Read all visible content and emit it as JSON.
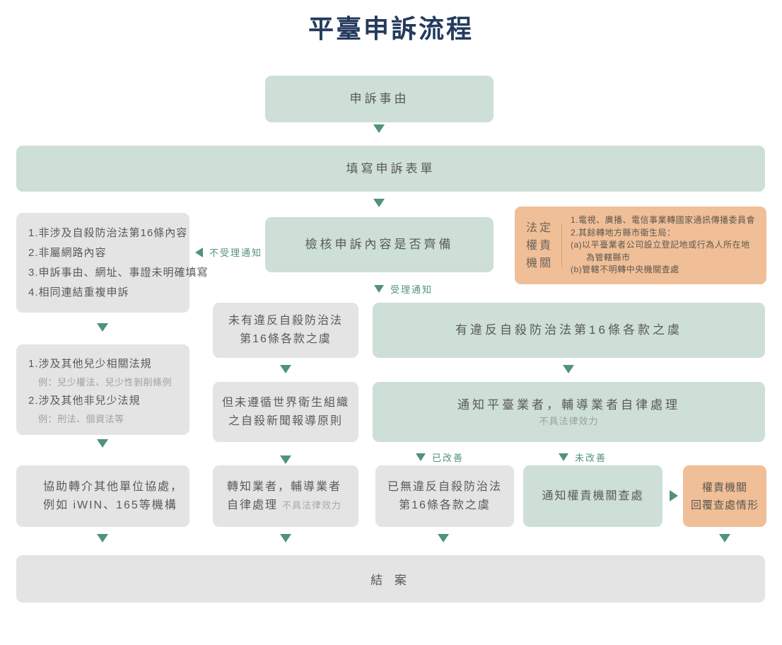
{
  "title": "平臺申訴流程",
  "nodes": {
    "start": {
      "label": "申訴事由"
    },
    "form": {
      "label": "填寫申訴表單"
    },
    "check": {
      "label": "檢核申訴內容是否齊備"
    },
    "reject_reasons": {
      "lines": [
        "1.非涉及自殺防治法第16條內容",
        "2.非屬網路內容",
        "3.申訴事由、網址、事證未明確填寫",
        "4.相同連結重複申訴"
      ]
    },
    "authority_info": {
      "label_lines": [
        "法定",
        "權責",
        "機關"
      ],
      "detail_lines": [
        "1.電視、廣播、電信事業轉國家通訊傳播委員會",
        "2.其餘轉地方縣市衛生局：",
        "(a)以平臺業者公司設立登記地或行為人所在地",
        "為管轄縣市",
        "(b)管轄不明轉中央機關查處"
      ]
    },
    "other_laws": {
      "line1": "1.涉及其他兒少相關法規",
      "sub1": "例：兒少權法、兒少性剝削條例",
      "line2": "2.涉及其他非兒少法規",
      "sub2": "例：刑法、個資法等"
    },
    "no_violation": {
      "line1": "未有違反自殺防治法",
      "line2": "第16條各款之虞"
    },
    "violation": {
      "label": "有違反自殺防治法第16條各款之虞"
    },
    "not_who_guideline": {
      "line1": "但未遵循世界衛生組織",
      "line2": "之自殺新聞報導原則"
    },
    "notify_platform": {
      "label": "通知平臺業者，輔導業者自律處理",
      "sub": "不具法律效力"
    },
    "refer_other": {
      "line1": "協助轉介其他單位協處，",
      "line2": "例如 iWIN、165等機構"
    },
    "inform_business": {
      "line1": "轉知業者，輔導業者",
      "line2": "自律處理",
      "sub": "不具法律效力"
    },
    "no_more_violation": {
      "line1": "已無違反自殺防治法",
      "line2": "第16條各款之虞"
    },
    "notify_authority": {
      "label": "通知權責機關查處"
    },
    "authority_reply": {
      "line1": "權責機關",
      "line2": "回覆查處情形"
    },
    "close_case": {
      "label": "結 案"
    }
  },
  "edge_labels": {
    "reject": "不受理通知",
    "accept": "受理通知",
    "improved": "已改善",
    "not_improved": "未改善"
  },
  "colors": {
    "green_fill": "#cddfd6",
    "gray_fill": "#e4e4e4",
    "orange_fill": "#f0bf97",
    "arrow_green": "#4f9379",
    "title_navy": "#243a5e",
    "text_gray": "#5a5a5a",
    "text_light": "#a0a0a0"
  }
}
